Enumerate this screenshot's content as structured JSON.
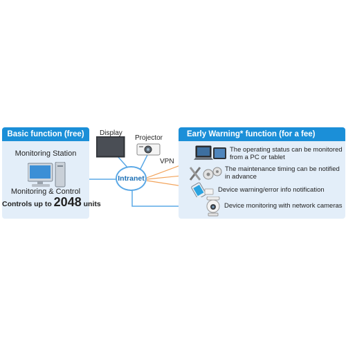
{
  "basic": {
    "title": "Basic function (free)",
    "station_label": "Monitoring Station",
    "control_label": "Monitoring & Control",
    "controls_prefix": "Controls up to",
    "units_number": "2048",
    "units_suffix": "units"
  },
  "devices": {
    "display_label": "Display",
    "projector_label": "Projector",
    "vpn_label": "VPN",
    "intranet_label": "Intranet"
  },
  "early": {
    "title": "Early Warning* function (for a fee)",
    "items": [
      {
        "line1": "The operating status can be monitored",
        "line2": "from a PC or tablet"
      },
      {
        "line1": "The maintenance timing can be notified",
        "line2": "in advance"
      },
      {
        "line1": "Device warning/error info notification",
        "line2": ""
      },
      {
        "line1": "Device monitoring with network cameras",
        "line2": ""
      }
    ]
  },
  "colors": {
    "header_blue": "#1b8fd8",
    "panel_bg": "#e3eef9",
    "link_blue": "#5aa8e6",
    "link_orange": "#f2a35a"
  },
  "icons": [
    "computer-icon",
    "display-icon",
    "projector-icon",
    "laptop-icon",
    "tablet-icon",
    "tools-icon",
    "gears-icon",
    "phone-icon",
    "camera-icon"
  ]
}
